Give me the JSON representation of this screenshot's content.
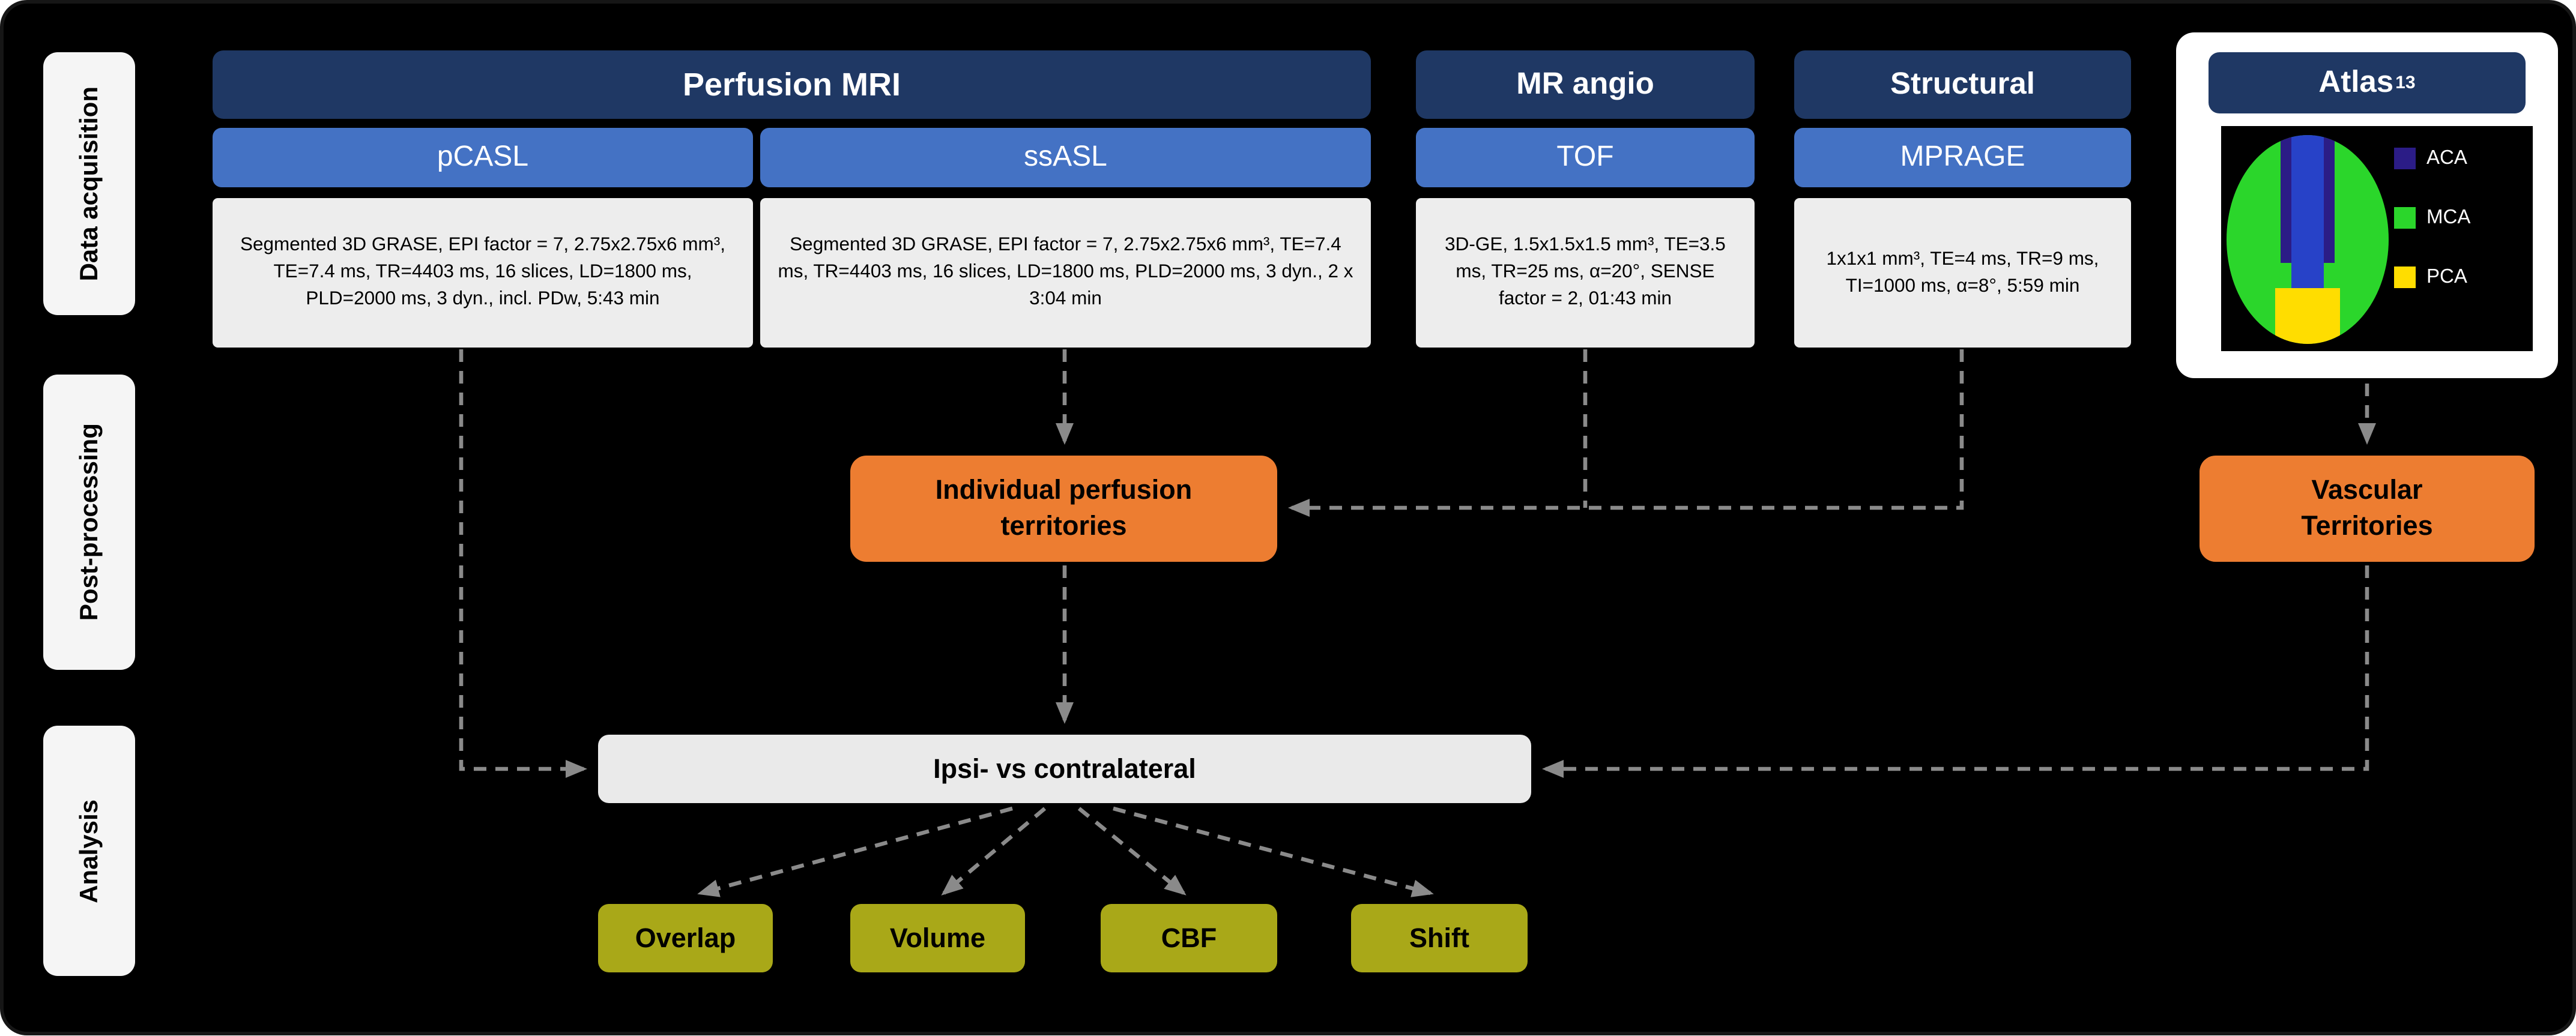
{
  "row_labels": {
    "data_acquisition": "Data acquisition",
    "post_processing": "Post-processing",
    "analysis": "Analysis"
  },
  "acquisition": {
    "perfusion": {
      "title": "Perfusion MRI",
      "pcasl": {
        "label": "pCASL",
        "details": "Segmented 3D GRASE, EPI factor = 7, 2.75x2.75x6 mm³, TE=7.4 ms, TR=4403 ms, 16 slices, LD=1800 ms, PLD=2000 ms, 3 dyn., incl. PDw, 5:43 min"
      },
      "ssasl": {
        "label": "ssASL",
        "details": "Segmented 3D GRASE, EPI factor = 7, 2.75x2.75x6 mm³, TE=7.4 ms, TR=4403 ms, 16 slices, LD=1800 ms, PLD=2000 ms, 3 dyn., 2 x 3:04 min"
      }
    },
    "mr_angio": {
      "title": "MR angio",
      "sequence": "TOF",
      "details": "3D-GE, 1.5x1.5x1.5 mm³, TE=3.5 ms, TR=25 ms, α=20°, SENSE factor = 2, 01:43 min"
    },
    "structural": {
      "title": "Structural",
      "sequence": "MPRAGE",
      "details": "1x1x1 mm³, TE=4 ms, TR=9 ms, TI=1000 ms, α=8°, 5:59 min"
    },
    "atlas": {
      "title": "Atlas",
      "superscript": "13",
      "legend": [
        {
          "label": "ACA",
          "color": "#2B1C86"
        },
        {
          "label": "MCA",
          "color": "#2BD62B"
        },
        {
          "label": "PCA",
          "color": "#FFDD00"
        }
      ]
    }
  },
  "post_processing": {
    "individual_territories": "Individual perfusion territories",
    "vascular_territories": "Vascular Territories"
  },
  "analysis": {
    "comparison": "Ipsi- vs contralateral",
    "metrics": [
      "Overlap",
      "Volume",
      "CBF",
      "Shift"
    ]
  },
  "colors": {
    "navy": "#1F3864",
    "blue": "#4472C4",
    "orange": "#ED7D31",
    "olive": "#A9A818",
    "arrow_gray": "#8A8A8A",
    "brain_mca_green": "#2BD62B",
    "brain_aca_blue": "#2742C8",
    "brain_aca_indigo": "#2B1C86",
    "brain_pca_yellow": "#FFDD00"
  }
}
